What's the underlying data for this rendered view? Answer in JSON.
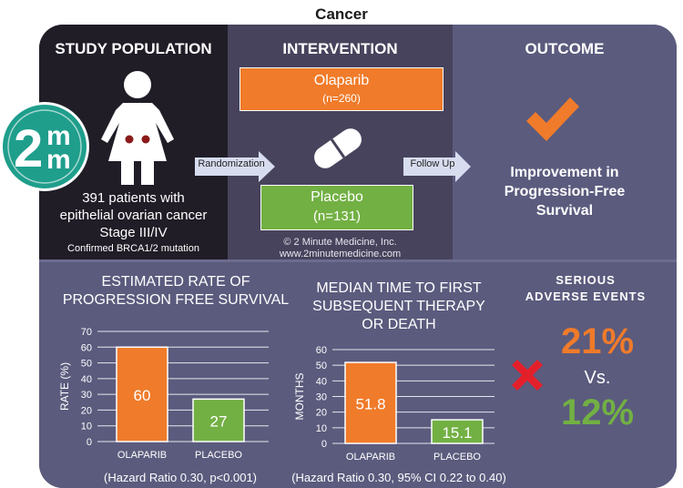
{
  "title_fragment": "Cancer",
  "sections": {
    "population": "STUDY POPULATION",
    "intervention": "INTERVENTION",
    "outcome": "OUTCOME"
  },
  "population": {
    "line1": "391 patients with",
    "line2": "epithelial ovarian cancer",
    "line3": "Stage III/IV",
    "line4": "Confirmed BRCA1/2 mutation"
  },
  "logo_text": "2m m",
  "arms": {
    "olaparib_name": "Olaparib",
    "olaparib_n": "(n=260)",
    "placebo_name": "Placebo",
    "placebo_n": "(n=131)"
  },
  "arrows": {
    "randomization": "Randomization",
    "follow_up": "Follow Up"
  },
  "copyright": {
    "line1": "© 2 Minute Medicine, Inc.",
    "line2": "www.2minutemedicine.com"
  },
  "outcome": {
    "line1": "Improvement in",
    "line2": "Progression-Free",
    "line3": "Survival"
  },
  "chart_data": [
    {
      "type": "bar",
      "title": "ESTIMATED RATE OF PROGRESSION FREE SURVIVAL",
      "title_lines": [
        "ESTIMATED RATE OF",
        "PROGRESSION FREE SURVIVAL"
      ],
      "ylabel": "RATE (%)",
      "categories": [
        "OLAPARIB",
        "PLACEBO"
      ],
      "values": [
        60,
        27
      ],
      "value_labels": [
        "60",
        "27"
      ],
      "ylim": [
        0,
        70
      ],
      "yticks": [
        0,
        10,
        20,
        30,
        40,
        50,
        60,
        70
      ],
      "grid": true,
      "colors": [
        "#f07b2a",
        "#72b043"
      ],
      "note": "(Hazard Ratio 0.30, p<0.001)"
    },
    {
      "type": "bar",
      "title": "MEDIAN TIME TO FIRST SUBSEQUENT THERAPY OR DEATH",
      "title_lines": [
        "MEDIAN TIME TO FIRST",
        "SUBSEQUENT THERAPY",
        "OR DEATH"
      ],
      "ylabel": "MONTHS",
      "categories": [
        "OLAPARIB",
        "PLACEBO"
      ],
      "values": [
        51.8,
        15.1
      ],
      "value_labels": [
        "51.8",
        "15.1"
      ],
      "ylim": [
        0,
        60
      ],
      "yticks": [
        0,
        10,
        20,
        30,
        40,
        50,
        60
      ],
      "grid": true,
      "colors": [
        "#f07b2a",
        "#72b043"
      ],
      "note": "(Hazard Ratio 0.30, 95% CI 0.22 to 0.40)"
    }
  ],
  "adverse_events": {
    "title_line1": "SERIOUS",
    "title_line2": "ADVERSE EVENTS",
    "olaparib_pct": "21%",
    "vs": "Vs.",
    "placebo_pct": "12%"
  },
  "colors": {
    "orange": "#f07b2a",
    "green": "#72b043",
    "red_x": "#e3202a",
    "teal": "#1f9e8c"
  }
}
